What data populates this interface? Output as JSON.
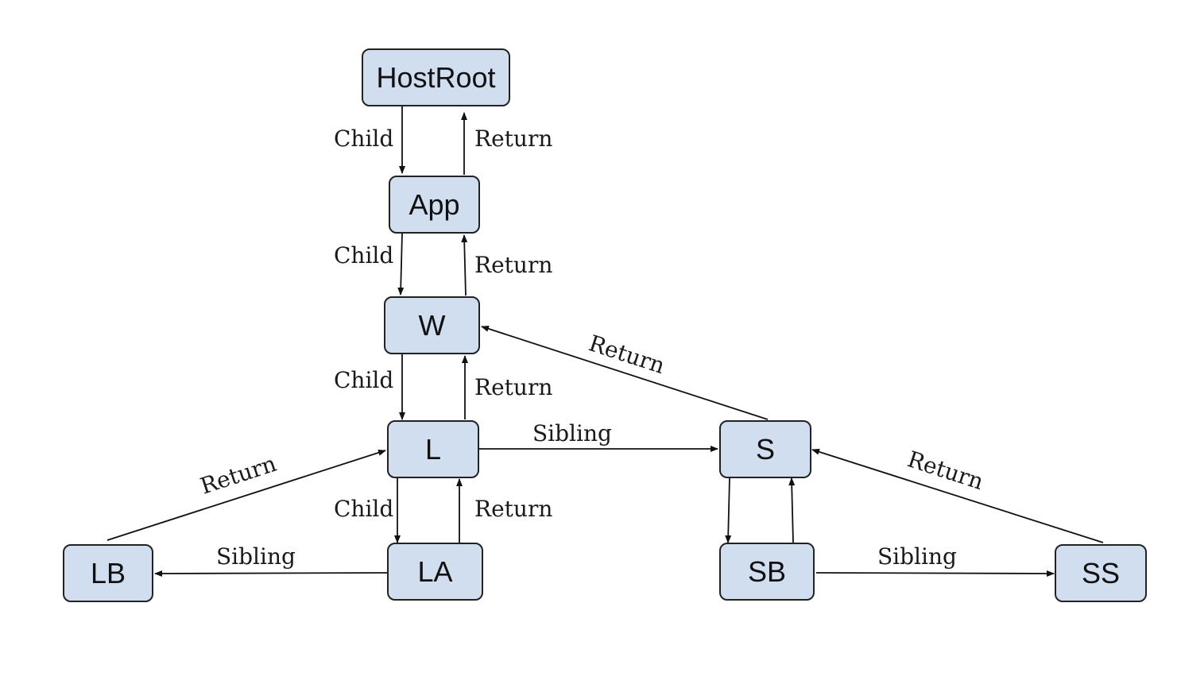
{
  "nodes": {
    "hostroot": "HostRoot",
    "app": "App",
    "w": "W",
    "l": "L",
    "s": "S",
    "lb": "LB",
    "la": "LA",
    "sb": "SB",
    "ss": "SS"
  },
  "edges": {
    "hostroot_app_child": "Child",
    "app_hostroot_return": "Return",
    "app_w_child": "Child",
    "w_app_return": "Return",
    "w_l_child": "Child",
    "l_w_return": "Return",
    "s_w_return": "Return",
    "l_s_sibling": "Sibling",
    "lb_l_return": "Return",
    "l_la_child": "Child",
    "la_l_return": "Return",
    "la_lb_sibling": "Sibling",
    "ss_s_return": "Return",
    "sb_ss_sibling": "Sibling"
  }
}
